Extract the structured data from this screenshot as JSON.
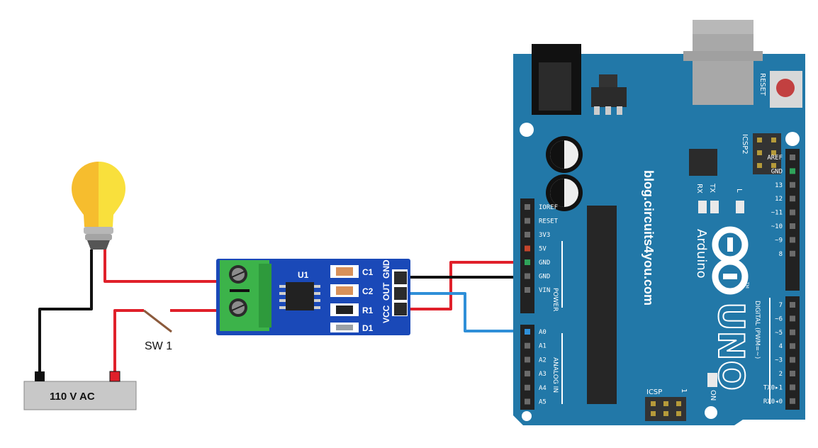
{
  "supply": {
    "label": "110 V AC"
  },
  "switch": {
    "label": "SW 1"
  },
  "sensor": {
    "ic_label": "U1",
    "components": [
      "C1",
      "C2",
      "R1",
      "D1"
    ],
    "pins": [
      "VCC",
      "OUT",
      "GND"
    ]
  },
  "arduino": {
    "watermark": "blog.circuits4you.com",
    "brand": "Arduino",
    "tm": "TM",
    "model": "UNO",
    "reset": "RESET",
    "icsp2": "ICSP2",
    "icsp": "ICSP",
    "icsp_pin1": "1",
    "rx": "RX",
    "tx": "TX",
    "led_l": "L",
    "on": "ON",
    "power_header": "POWER",
    "analog_header": "ANALOG IN",
    "digital_header": "DIGITAL (PWM=~)",
    "power_pins": [
      "IOREF",
      "RESET",
      "3V3",
      "5V",
      "GND",
      "GND",
      "VIN"
    ],
    "analog_pins": [
      "A0",
      "A1",
      "A2",
      "A3",
      "A4",
      "A5"
    ],
    "digital_top": [
      "AREF",
      "GND",
      "13",
      "12",
      "~11",
      "~10",
      "~9",
      "8"
    ],
    "digital_bottom": [
      "7",
      "~6",
      "~5",
      "4",
      "~3",
      "2",
      "TX0▸1",
      "RX0◂0"
    ]
  },
  "colors": {
    "board": "#2278a8",
    "wire_red": "#e0202a",
    "wire_black": "#111111",
    "wire_blue": "#2f8fd8",
    "sensor_board": "#1a49b8",
    "terminal": "#3cb34a",
    "bulb": "#f6d02a"
  }
}
